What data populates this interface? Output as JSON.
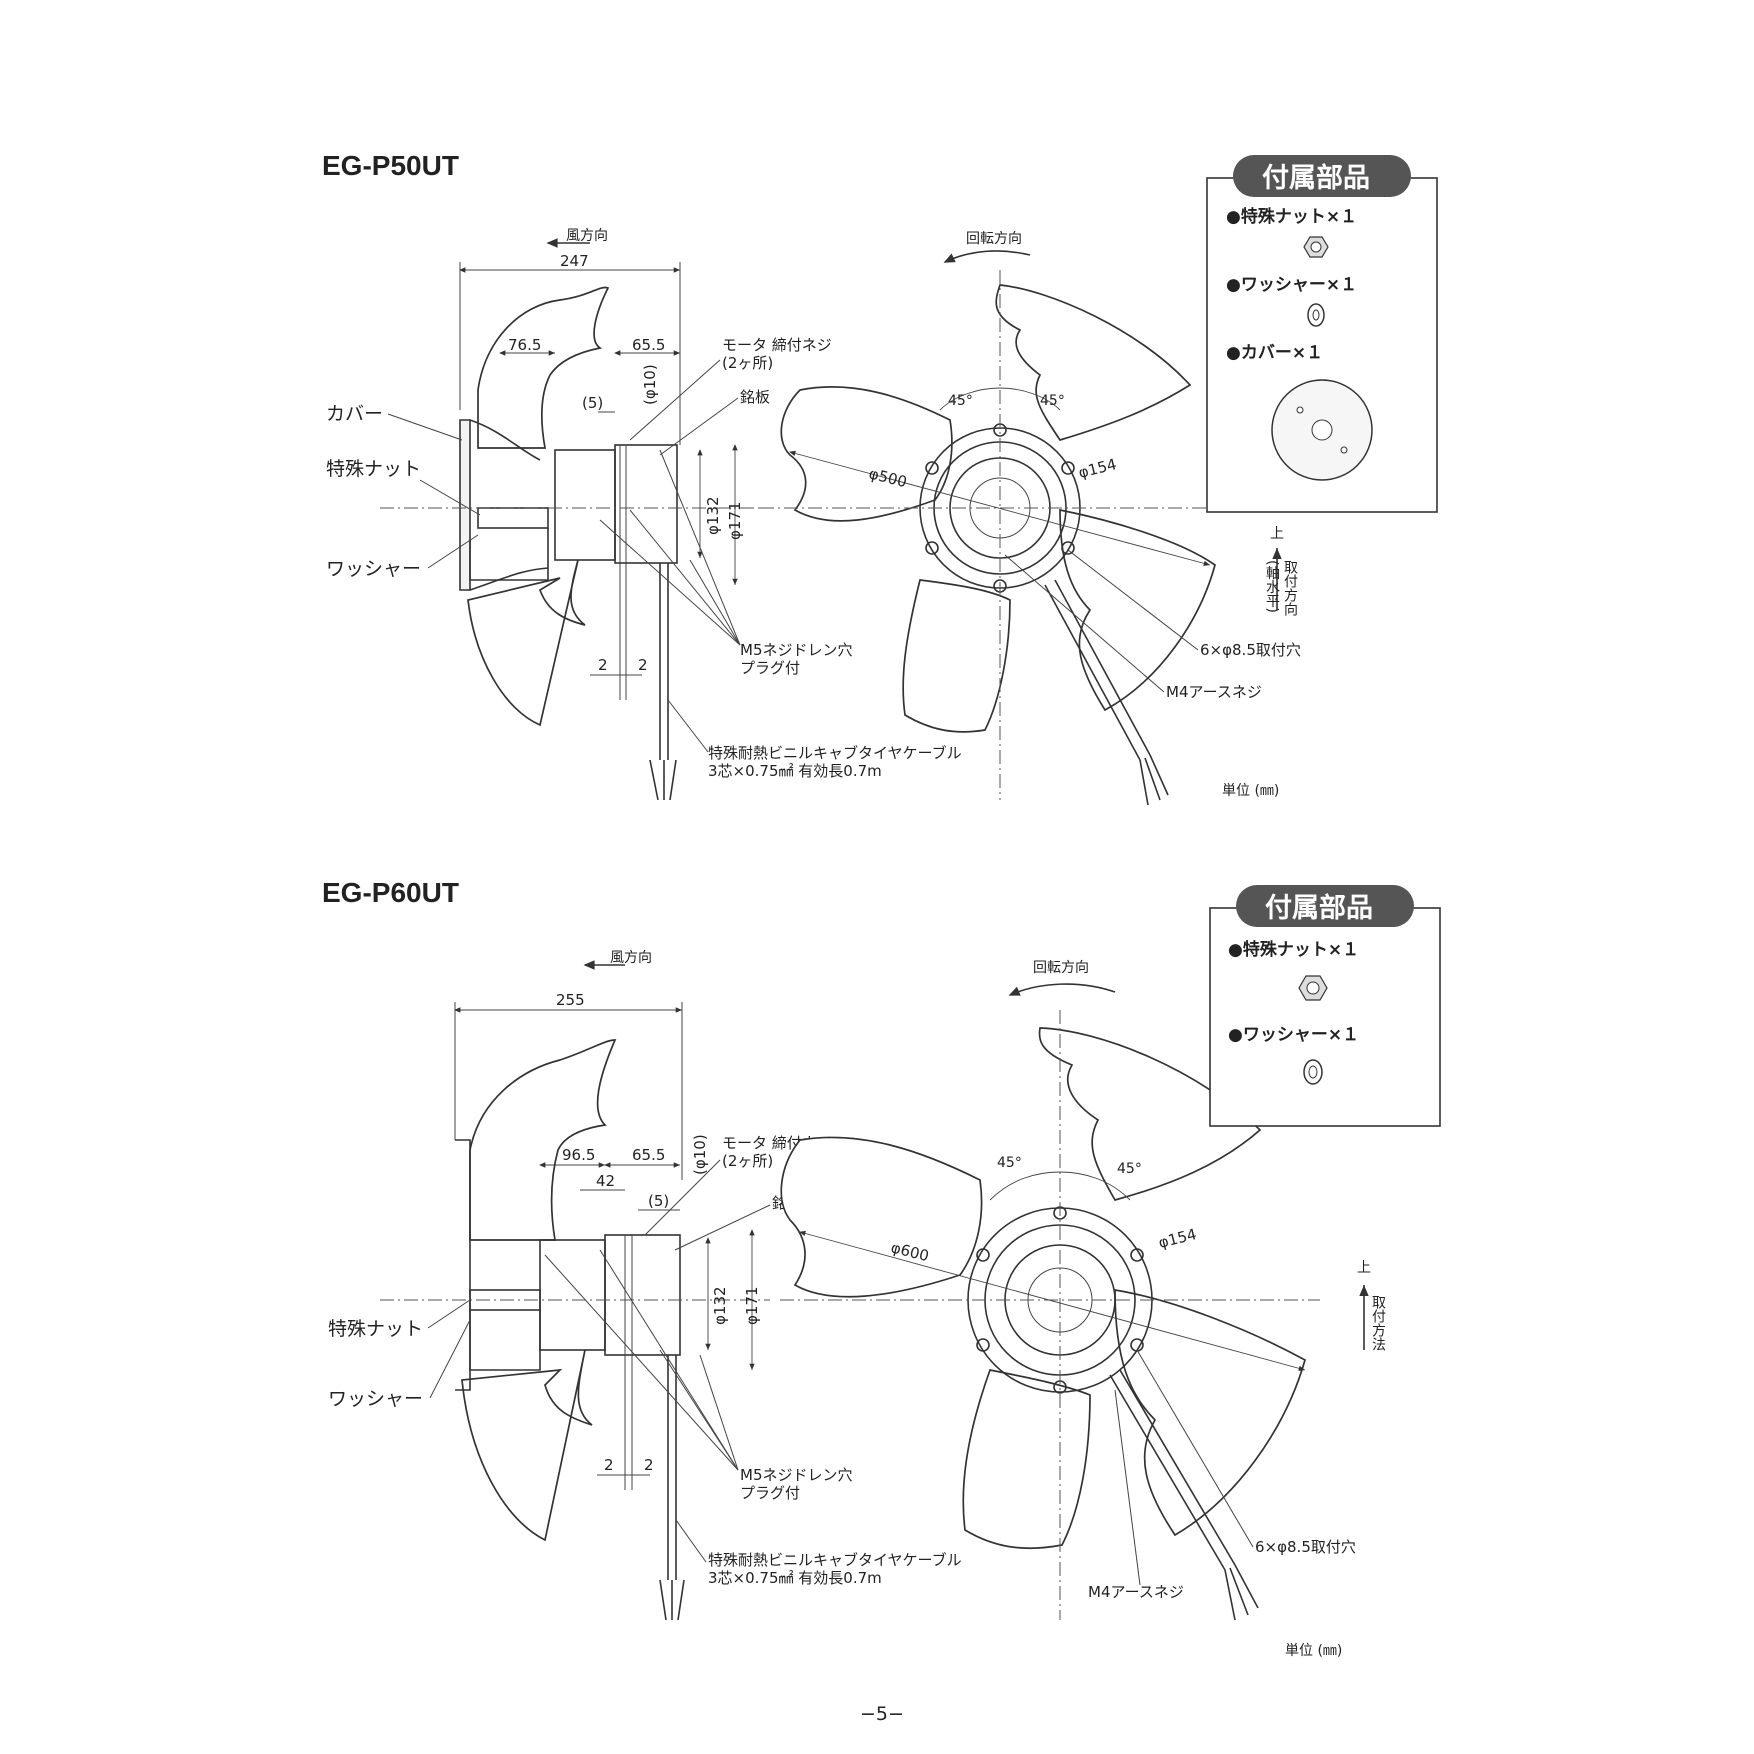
{
  "page_number": "−5−",
  "sections": [
    {
      "model": "EG-P50UT",
      "side": {
        "wind_direction": "風方向",
        "dim_overall": "247",
        "dim_a": "76.5",
        "dim_b": "65.5",
        "dim_c": "(5)",
        "dim_phi10": "(φ10)",
        "dim_132": "φ132",
        "dim_171": "φ171",
        "dim_2a": "2",
        "dim_2b": "2",
        "motor_screw": "モータ 締付ネジ",
        "motor_screw_count": "(2ヶ所)",
        "nameplate": "銘板",
        "cover": "カバー",
        "special_nut": "特殊ナット",
        "washer": "ワッシャー",
        "drain": "M5ネジドレン穴",
        "drain_plug": "プラグ付",
        "cable_1": "特殊耐熱ビニルキャブタイヤケーブル",
        "cable_2": "3芯×0.75㎟ 有効長0.7m"
      },
      "front": {
        "rotation": "回転方向",
        "angle_left": "45°",
        "angle_right": "45°",
        "dia_fan": "φ500",
        "dia_hub": "φ154",
        "mount_holes": "6×φ8.5取付穴",
        "earth_screw": "M4アースネジ",
        "up": "上",
        "mount_dir_1": "取付方向",
        "mount_dir_2": "(軸水平)",
        "unit": "単位 (㎜)"
      },
      "accessories": {
        "title": "付属部品",
        "items": [
          "●特殊ナット×１",
          "●ワッシャー×１",
          "●カバー×１"
        ]
      }
    },
    {
      "model": "EG-P60UT",
      "side": {
        "wind_direction": "風方向",
        "dim_overall": "255",
        "dim_a": "96.5",
        "dim_b": "65.5",
        "dim_42": "42",
        "dim_c": "(5)",
        "dim_phi10": "(φ10)",
        "dim_132": "φ132",
        "dim_171": "φ171",
        "dim_2a": "2",
        "dim_2b": "2",
        "motor_screw": "モータ 締付ネジ",
        "motor_screw_count": "(2ヶ所)",
        "nameplate": "銘板",
        "special_nut": "特殊ナット",
        "washer": "ワッシャー",
        "drain": "M5ネジドレン穴",
        "drain_plug": "プラグ付",
        "cable_1": "特殊耐熱ビニルキャブタイヤケーブル",
        "cable_2": "3芯×0.75㎟ 有効長0.7m"
      },
      "front": {
        "rotation": "回転方向",
        "angle_left": "45°",
        "angle_right": "45°",
        "dia_fan": "φ600",
        "dia_hub": "φ154",
        "mount_holes": "6×φ8.5取付穴",
        "earth_screw": "M4アースネジ",
        "up": "上",
        "mount_dir_1": "取付方法",
        "unit": "単位 (㎜)"
      },
      "accessories": {
        "title": "付属部品",
        "items": [
          "●特殊ナット×１",
          "●ワッシャー×１"
        ]
      }
    }
  ]
}
